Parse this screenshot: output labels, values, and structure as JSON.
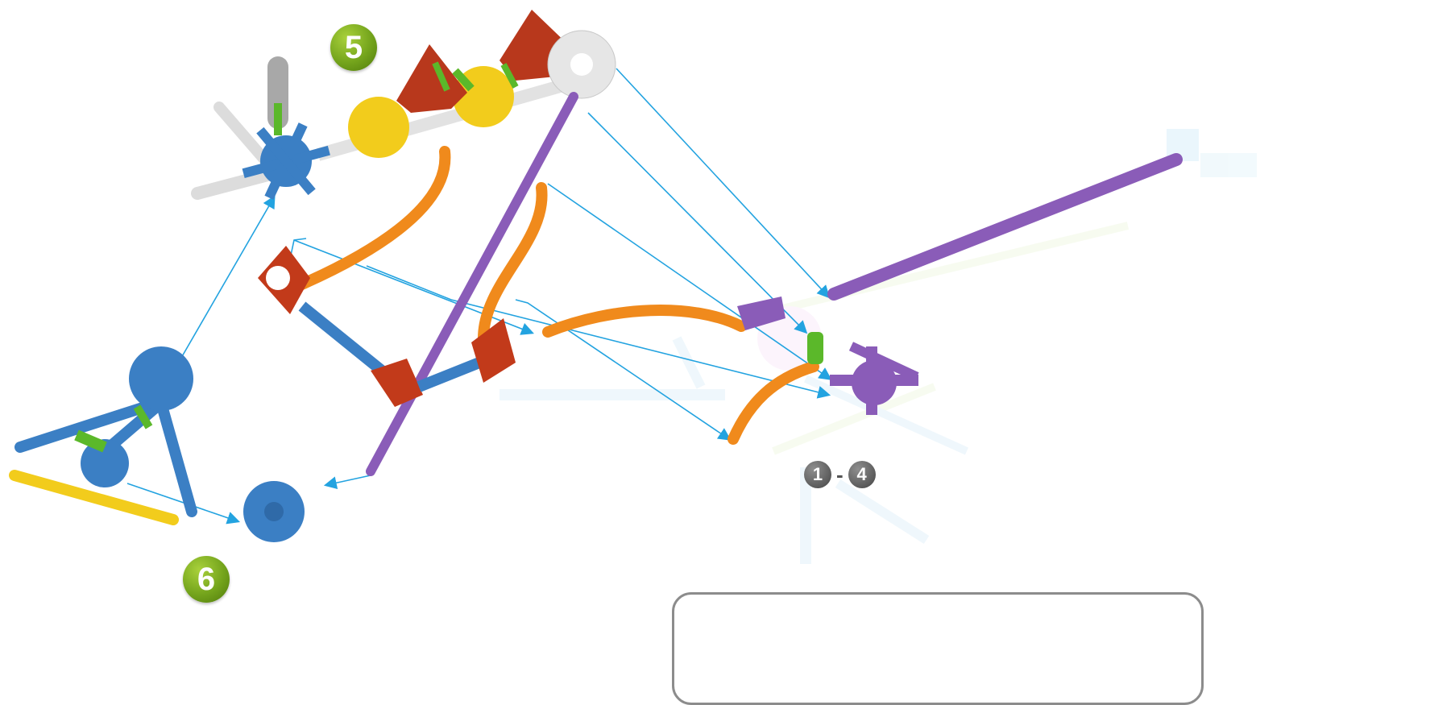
{
  "steps": {
    "current": "5",
    "next": "6"
  },
  "previous_steps": {
    "from": "1",
    "separator": "-",
    "to": "4"
  },
  "colors": {
    "guide_line": "#23a3e0",
    "step_badge": "#6f9e1a",
    "blue_part": "#3b7fc4",
    "purple_rod": "#8a5cb8",
    "orange_rod": "#f08a1c",
    "red_part": "#c23a1a",
    "yellow_part": "#f2cc1c",
    "green_part": "#5bb82a",
    "white_part": "#e6e6e6",
    "gray_part": "#a8a8a8"
  },
  "icons": [
    "step-badge",
    "assembly-arrow",
    "connector",
    "rod"
  ]
}
